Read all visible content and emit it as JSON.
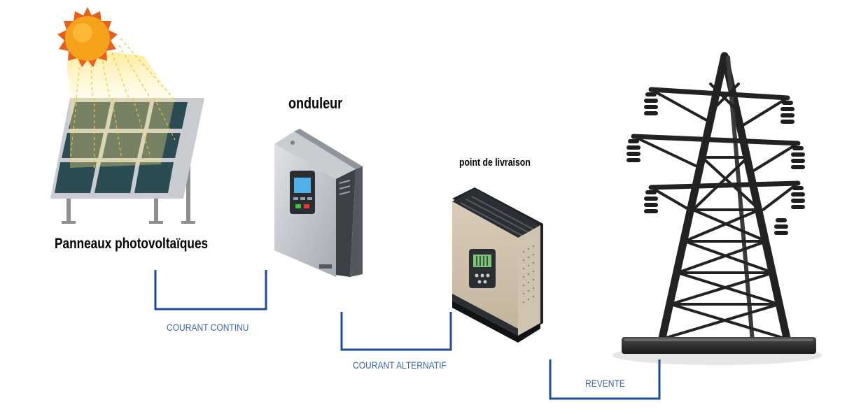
{
  "labels": {
    "panels": "Panneaux photovoltaïques",
    "inverter": "onduleur",
    "delivery_point": "point de livraison"
  },
  "flows": {
    "dc": "COURANT CONTINU",
    "ac": "COURANT ALTERNATIF",
    "resale": "REVENTE"
  },
  "colors": {
    "connector": "#1f4c96",
    "flow_text": "#3a64ad",
    "sun": "#f6a21a",
    "panel_cell": "#2b4c52"
  },
  "icons": [
    "sun-icon",
    "solar-panel-icon",
    "inverter-icon",
    "delivery-point-icon",
    "pylon-icon"
  ]
}
